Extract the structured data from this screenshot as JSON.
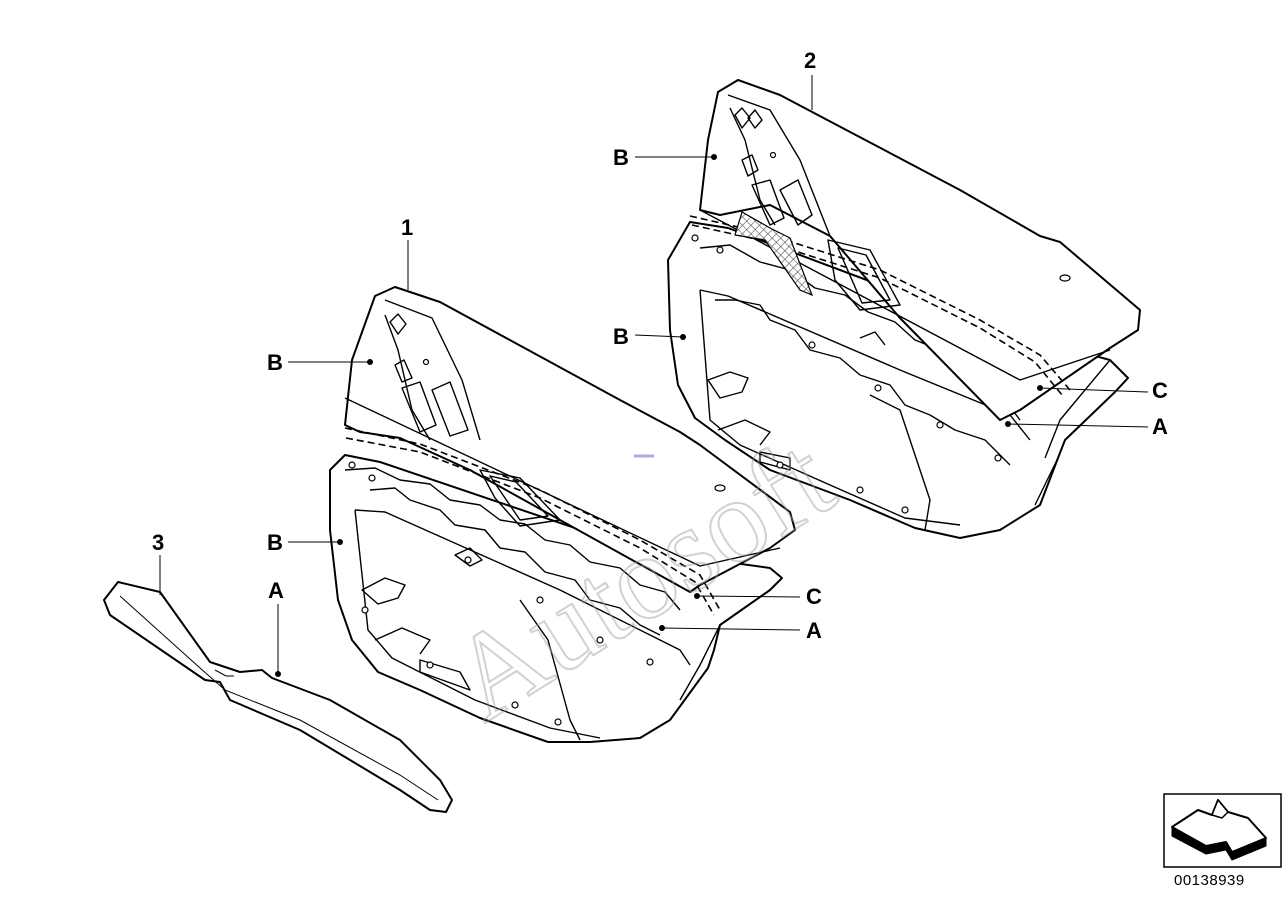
{
  "diagram": {
    "watermark": "Autosoft",
    "reference_number": "00138939",
    "colors": {
      "line": "#000000",
      "background": "#ffffff",
      "watermark": "#9a9a9a",
      "mesh": "#555555"
    },
    "part_numbers": {
      "front_door_trim": "1",
      "rear_door_trim": "2",
      "trim_strip": "3"
    },
    "letters": {
      "b_upper_front": "B",
      "b_lower_front": "B",
      "c_front": "C",
      "a_front": "A",
      "a_strip": "A",
      "b_upper_rear": "B",
      "b_lower_rear": "B",
      "c_rear": "C",
      "a_rear": "A"
    },
    "orientation_icon": "front-arrow-icon"
  }
}
